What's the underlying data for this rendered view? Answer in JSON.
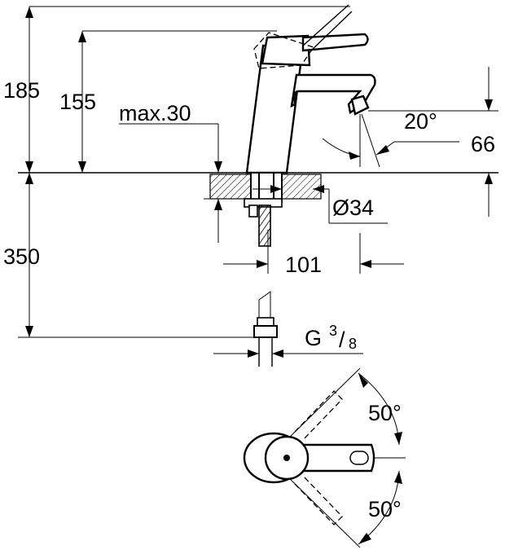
{
  "drawing": {
    "type": "faucet-dimension-drawing",
    "dimensions": {
      "overall_height": "185",
      "spout_height": "155",
      "max_thickness": "max.30",
      "spout_angle": "20°",
      "spout_projection": "66",
      "hole_diameter": "Ø34",
      "spout_reach": "101",
      "hose_length": "350",
      "thread_prefix": "G",
      "thread_num": "3",
      "thread_den": "8",
      "lever_angle_top": "50°",
      "lever_angle_bottom": "50°"
    }
  }
}
